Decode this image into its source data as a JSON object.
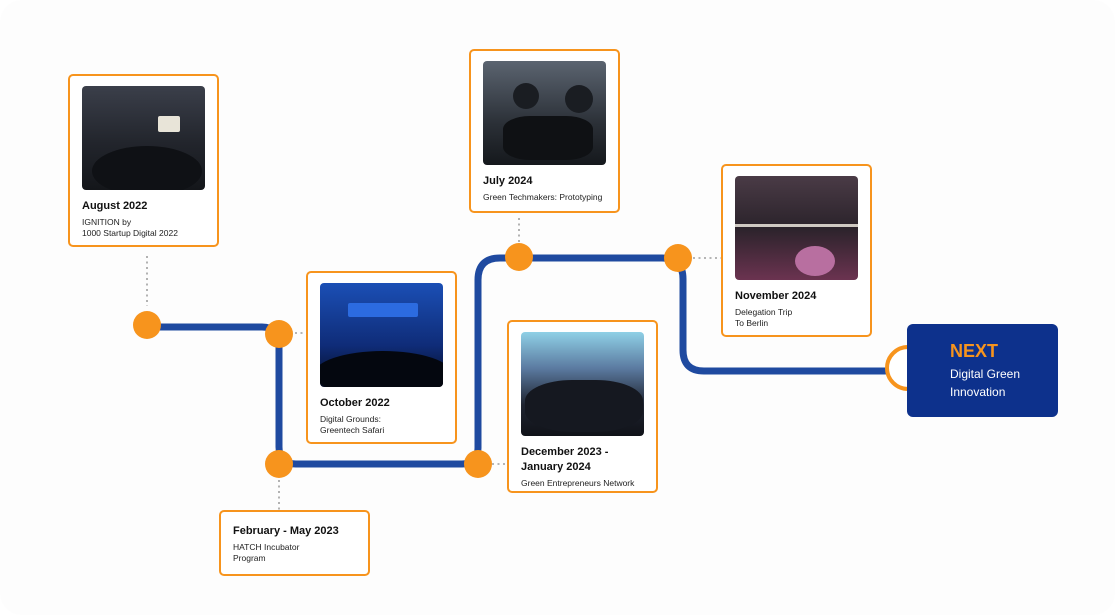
{
  "milestones": [
    {
      "date": "August 2022",
      "desc": "IGNITION by\n1000 Startup Digital 2022"
    },
    {
      "date": "October 2022",
      "desc": "Digital Grounds:\nGreentech Safari"
    },
    {
      "date": "February - May 2023",
      "desc": "HATCH Incubator\nProgram"
    },
    {
      "date": "December 2023 - January 2024",
      "desc": "Green Entrepreneurs Network"
    },
    {
      "date": "July 2024",
      "desc": "Green Techmakers: Prototyping"
    },
    {
      "date": "November 2024",
      "desc": "Delegation Trip\nTo Berlin"
    }
  ],
  "next": {
    "label": "NEXT",
    "desc": "Digital Green\nInnovation"
  },
  "colors": {
    "track": "#1f4aa0",
    "node": "#f7941d",
    "card_border": "#f7941d",
    "next_bg": "#0d318c"
  }
}
